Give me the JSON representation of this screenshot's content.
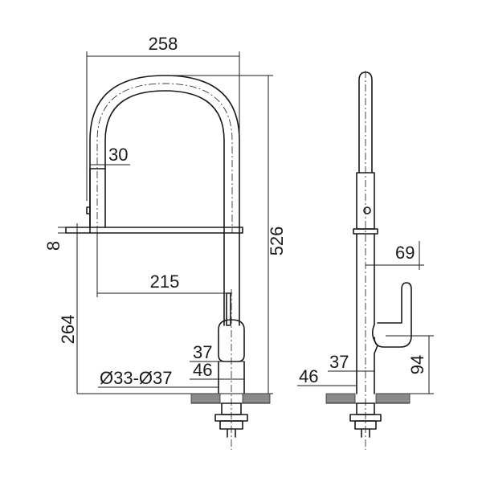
{
  "dimensions": {
    "overall_width": "258",
    "overall_height": "526",
    "hose_diameter": "30",
    "deck_thickness": "8",
    "reach": "215",
    "deck_to_spout_height": "264",
    "lever_width": "37",
    "base_width": "46",
    "hole_diameter": "Ø33-Ø37",
    "side_lever_reach": "69",
    "side_lever_height": "94",
    "side_body_width": "37",
    "side_base_width": "46"
  }
}
